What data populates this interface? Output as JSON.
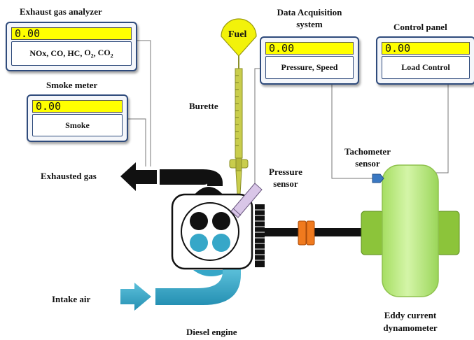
{
  "labels": {
    "exhaust_gas_analyzer": "Exhaust gas analyzer",
    "smoke_meter": "Smoke meter",
    "data_acquisition": "Data Acquisition\nsystem",
    "control_panel": "Control panel",
    "fuel": "Fuel",
    "burette": "Burette",
    "pressure_sensor": "Pressure\nsensor",
    "tachometer_sensor": "Tachometer\nsensor",
    "exhausted_gas": "Exhausted gas",
    "intake_air": "Intake air",
    "diesel_engine": "Diesel engine",
    "eddy_current_dynamometer": "Eddy current\ndynamometer"
  },
  "instruments": {
    "exhaust_gas_analyzer": {
      "reading": "0.00",
      "gases": [
        {
          "formula": "NOx"
        },
        {
          "formula": "CO"
        },
        {
          "formula": "HC"
        },
        {
          "formula": "O",
          "sub": "2"
        },
        {
          "formula": "CO",
          "sub": "2"
        }
      ]
    },
    "smoke_meter": {
      "reading": "0.00",
      "measure": "Smoke"
    },
    "data_acquisition": {
      "reading": "0.00",
      "measure": "Pressure, Speed"
    },
    "control_panel": {
      "reading": "0.00",
      "measure": "Load Control"
    }
  },
  "colors": {
    "instrument_border": "#2f4b7c",
    "readout": "#ffff00",
    "fuel_bulb": "#f2f20a",
    "burette": "#c9cd4c",
    "pressure_sensor": "#d9c6e8",
    "intake": "#36a7c8",
    "exhaust": "#111111",
    "coupling": "#f07a1e",
    "dynamometer": "#b8ea7a",
    "hub": "#8cc43a",
    "tachometer_probe": "#3a78c2"
  }
}
